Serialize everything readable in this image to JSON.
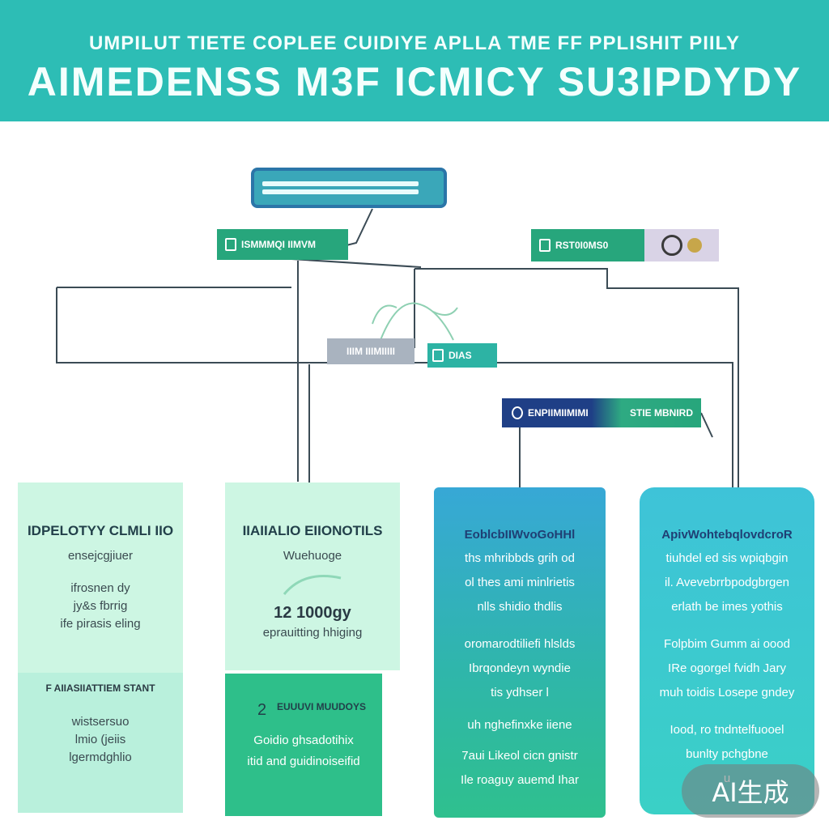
{
  "header": {
    "subtitle": "UMPILUT TIETE COPLEE CUIDIYE APLLA TME FF PPLISHIT PIILY",
    "title": "AIMEDENSS M3F ICMICY SU3IPDYDY"
  },
  "nodes": {
    "left": "ISMMMQI IIMVM",
    "right": "RST0I0MS0",
    "mid_a": "IIIM IIIMIIIII",
    "mid_b": "DIAS",
    "split_left": "ENPIIMIIMIMI",
    "split_right": "STIE MBNIRD"
  },
  "cards": [
    {
      "title": "IDPELOTYY CLMLI IIO",
      "lines": [
        "ensejcgjiuer",
        "ifrosnen dy",
        "jy&s fbrrig",
        "ife pirasis eling"
      ],
      "section_title": "F AIIASIIATTIEM STANT",
      "section_lines": [
        "wistsersuo",
        "lmio (jeiis",
        "lgermdghlio"
      ]
    },
    {
      "title": "IIAIIALIO EIIONOTILS",
      "lines": [
        "Wuehuoge"
      ],
      "number": "12 1000gy",
      "tail": "eprauitting hhiging"
    },
    {
      "number": "2",
      "title": "EUUUVI MUUDOYS",
      "lines": [
        "Goidio ghsadotihix",
        "itid and guidinoiseifid"
      ]
    },
    {
      "title": "EoblcbIIWvoGoHHl",
      "lines": [
        "ths mhribbds grih od",
        "ol thes ami minlrietis",
        "nlls shidio thdlis",
        "oromarodtiliefi hlslds",
        "Ibrqondeyn wyndie",
        "tis ydhser l",
        "uh nghefinxke iiene",
        "7aui Likeol cicn gnistr",
        "Ile roaguy auemd Ihar"
      ]
    },
    {
      "title": "ApivWohtebqlovdcroR",
      "lines": [
        "tiuhdel ed sis wpiqbgin",
        "il. Avevebrrbpodgbrgen",
        "erlath be imes yothis",
        "Folpbim Gumm ai oood",
        "IRe ogorgel fvidh Jary",
        "muh toidis Losepe gndey",
        "Iood, ro tndntelfuooel",
        "bunlty pchgbne",
        "u"
      ]
    }
  ],
  "badge": "AI生成"
}
